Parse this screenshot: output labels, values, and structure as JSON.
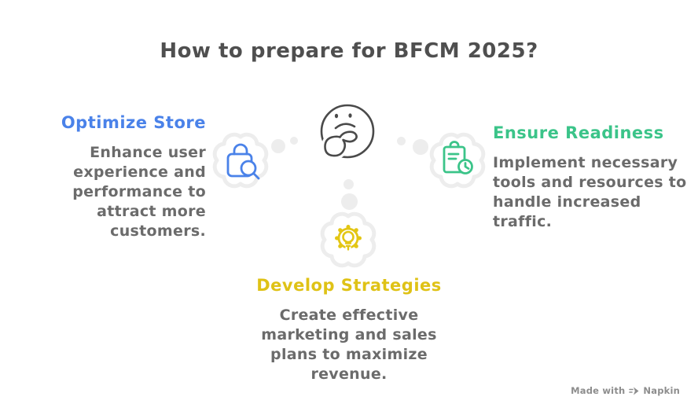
{
  "title": "How to prepare for BFCM 2025?",
  "sections": [
    {
      "id": "optimize-store",
      "heading": "Optimize Store",
      "body": "Enhance user\nexperience and\nperformance to\nattract more\ncustomers.",
      "accent": "#4A82E9",
      "icon": "shopping-bag-search-icon"
    },
    {
      "id": "ensure-readiness",
      "heading": "Ensure Readiness",
      "body": "Implement necessary\ntools and resources to\nhandle increased\ntraffic.",
      "accent": "#3BC489",
      "icon": "clipboard-clock-icon"
    },
    {
      "id": "develop-strategies",
      "heading": "Develop Strategies",
      "body": "Create effective\nmarketing and sales\nplans to maximize\nrevenue.",
      "accent": "#DFC216",
      "icon": "gear-lightbulb-icon"
    }
  ],
  "center_icon": "thinking-face-icon",
  "badge": {
    "prefix": "Made with",
    "brand": "Napkin"
  },
  "colors": {
    "title_text": "#4F4F4F",
    "body_text": "#6B6B6B",
    "doodle_stroke": "#4A4A4A",
    "blue": "#4A82E9",
    "green": "#3BC489",
    "yellow": "#DFC216",
    "cloud_fill": "#FFFFFF",
    "cloud_rim": "#EDEDED",
    "badge_text": "#8D8D8D"
  }
}
